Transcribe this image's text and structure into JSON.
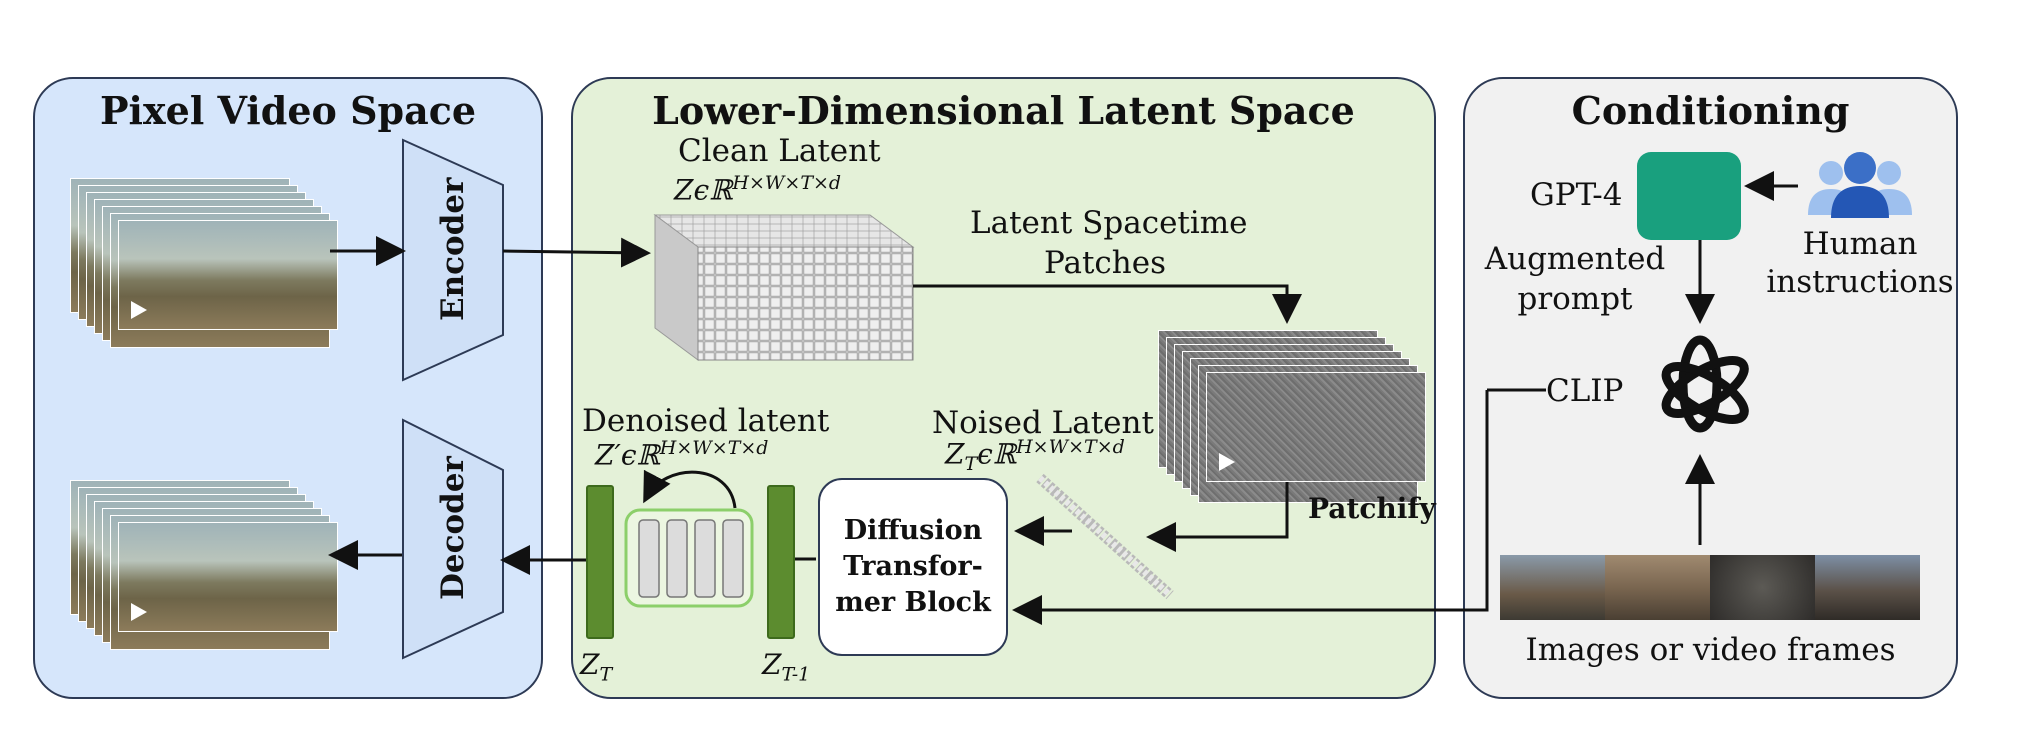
{
  "panels": {
    "pixel": {
      "title": "Pixel Video Space"
    },
    "latent": {
      "title": "Lower-Dimensional Latent Space"
    },
    "conditioning": {
      "title": "Conditioning"
    }
  },
  "encoder": "Encoder",
  "decoder": "Decoder",
  "clean_latent": {
    "label": "Clean Latent",
    "math_base": "Zϵℝ",
    "math_sup": "H×W×T×d"
  },
  "spacetime": {
    "line1": "Latent Spacetime",
    "line2": "Patches"
  },
  "patchify": "Patchify",
  "noised": {
    "label": "Noised Latent",
    "math_base": "Z",
    "math_sub": "T",
    "math_mid": "ϵℝ",
    "math_sup": "H×W×T×d"
  },
  "denoised": {
    "label": "Denoised latent",
    "math_base": "Z′ϵℝ",
    "math_sup": "H×W×T×d"
  },
  "diffusion": {
    "line1": "Diffusion",
    "line2": "Transfor-",
    "line3": "mer Block"
  },
  "zt": {
    "base": "Z",
    "sub": "T"
  },
  "zt1": {
    "base": "Z",
    "sub": "T-1"
  },
  "gpt4": "GPT-4",
  "human": {
    "line1": "Human",
    "line2": "instructions"
  },
  "augmented": {
    "line1": "Augmented",
    "line2": "prompt"
  },
  "clip": "CLIP",
  "images": "Images or video frames",
  "icons": {
    "gpt": "openai-logo-icon",
    "clip": "openai-logo-icon",
    "human": "users-icon"
  },
  "colors": {
    "pixel_bg": "#d6e6fb",
    "latent_bg": "#e4f1d8",
    "cond_bg": "#f1f1f1",
    "gpt_green": "#19a07e",
    "human_blue": "#3b6fc7"
  }
}
